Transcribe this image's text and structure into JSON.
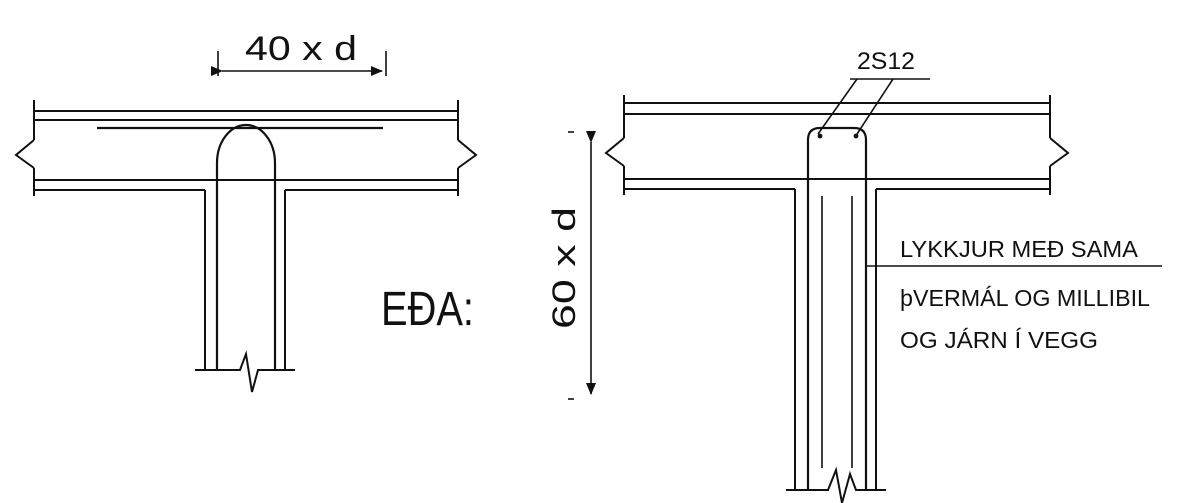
{
  "left_detail": {
    "dimension_label": "40 x d"
  },
  "separator": {
    "text": "EĐA:"
  },
  "right_detail": {
    "dimension_label": "60 x d",
    "bar_label": "2S12",
    "note_lines": [
      "LYKKJUR MEÐ SAMA",
      "þVERMÁL OG MILLIBIL",
      "OG JÁRN Í VEGG"
    ]
  }
}
